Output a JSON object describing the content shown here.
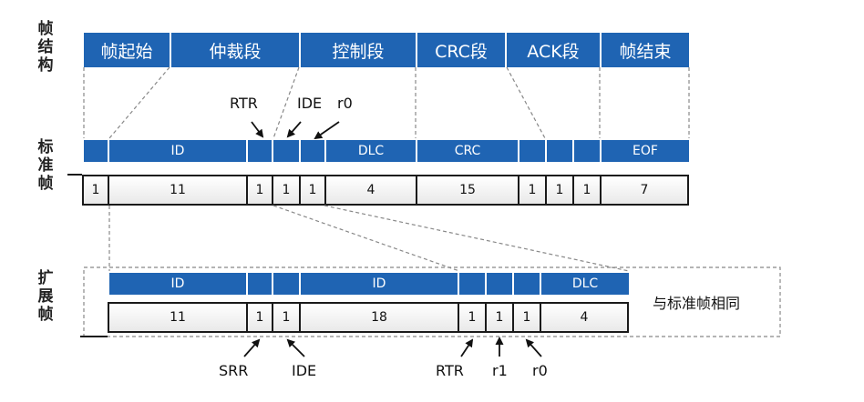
{
  "side_labels": {
    "frame_structure": [
      "帧",
      "结",
      "构"
    ],
    "standard_frame": [
      "标",
      "准",
      "帧"
    ],
    "extended_frame": [
      "扩",
      "展",
      "帧"
    ]
  },
  "frame_segments": [
    "帧起始",
    "仲裁段",
    "控制段",
    "CRC段",
    "ACK段",
    "帧结束"
  ],
  "standard_fields": {
    "names": [
      "",
      "ID",
      "",
      "",
      "",
      "DLC",
      "CRC",
      "",
      "",
      "",
      "EOF"
    ],
    "bits": [
      "1",
      "11",
      "1",
      "1",
      "1",
      "4",
      "15",
      "1",
      "1",
      "1",
      "7"
    ]
  },
  "extended_fields": {
    "names": [
      "ID",
      "",
      "",
      "ID",
      "",
      "",
      "",
      "DLC"
    ],
    "bits": [
      "11",
      "1",
      "1",
      "18",
      "1",
      "1",
      "1",
      "4"
    ]
  },
  "pointer_labels": {
    "rtr_top": "RTR",
    "ide_top": "IDE",
    "r0_top": "r0",
    "srr": "SRR",
    "ide_bottom": "IDE",
    "rtr_bottom": "RTR",
    "r1": "r1",
    "r0_bottom": "r0"
  },
  "same_as_standard": "与标准帧相同",
  "colors": {
    "segment_blue": "#1f64b3",
    "cell_border": "#1a1a1a",
    "dashed": "#888888"
  }
}
